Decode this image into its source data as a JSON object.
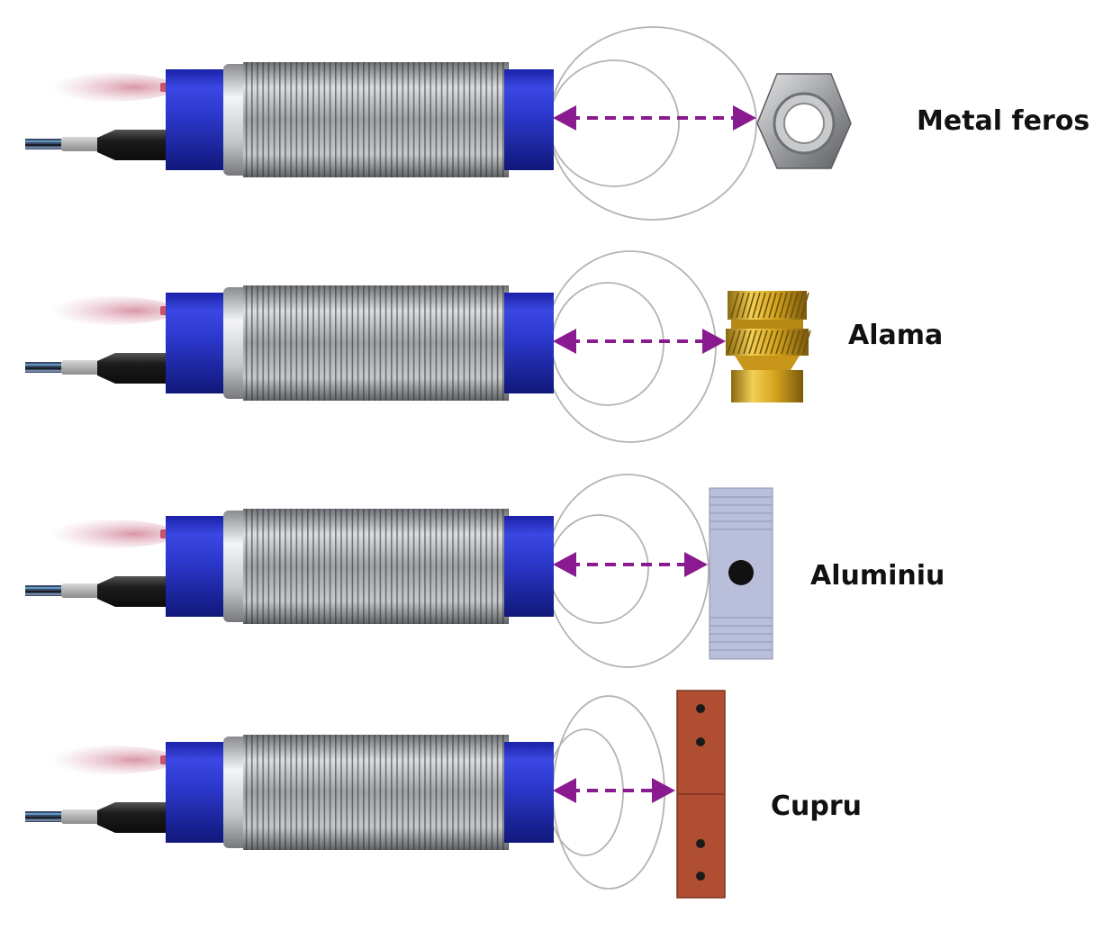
{
  "colors": {
    "sensor_body": "#2a36c8",
    "thread": "#9a9da2",
    "field_line": "#b4b4b4",
    "distance_arrow": "#8a1a8f",
    "cable_jacket": "#2a2a2a"
  },
  "sensors": [
    {
      "label": "Metal feros",
      "target": "hex-nut",
      "target_color": "#a6a8ab"
    },
    {
      "label": "Alama",
      "target": "brass-insert",
      "target_color": "#d4a21e"
    },
    {
      "label": "Aluminiu",
      "target": "aluminum-block",
      "target_color": "#b9bedb"
    },
    {
      "label": "Cupru",
      "target": "copper-block",
      "target_color": "#b04e33"
    }
  ]
}
